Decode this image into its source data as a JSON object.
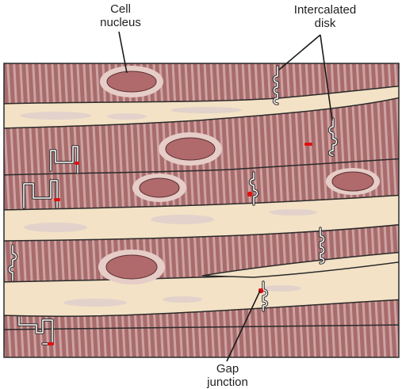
{
  "labels": {
    "cell_nucleus": [
      "Cell",
      "nucleus"
    ],
    "intercalated_disk": [
      "Intercalated",
      "disk"
    ],
    "gap_junction": [
      "Gap",
      "junction"
    ]
  },
  "colors": {
    "muscle": "#a86c6c",
    "striation": "#cfa2a2",
    "connective": "#f3e2c6",
    "connective_streak": "#e2d2cb",
    "nucleus": "#b06a6c",
    "nucleus_halo": "#e6cdc8",
    "gap_junction": "#e01010",
    "outline": "#2a2a2a"
  }
}
